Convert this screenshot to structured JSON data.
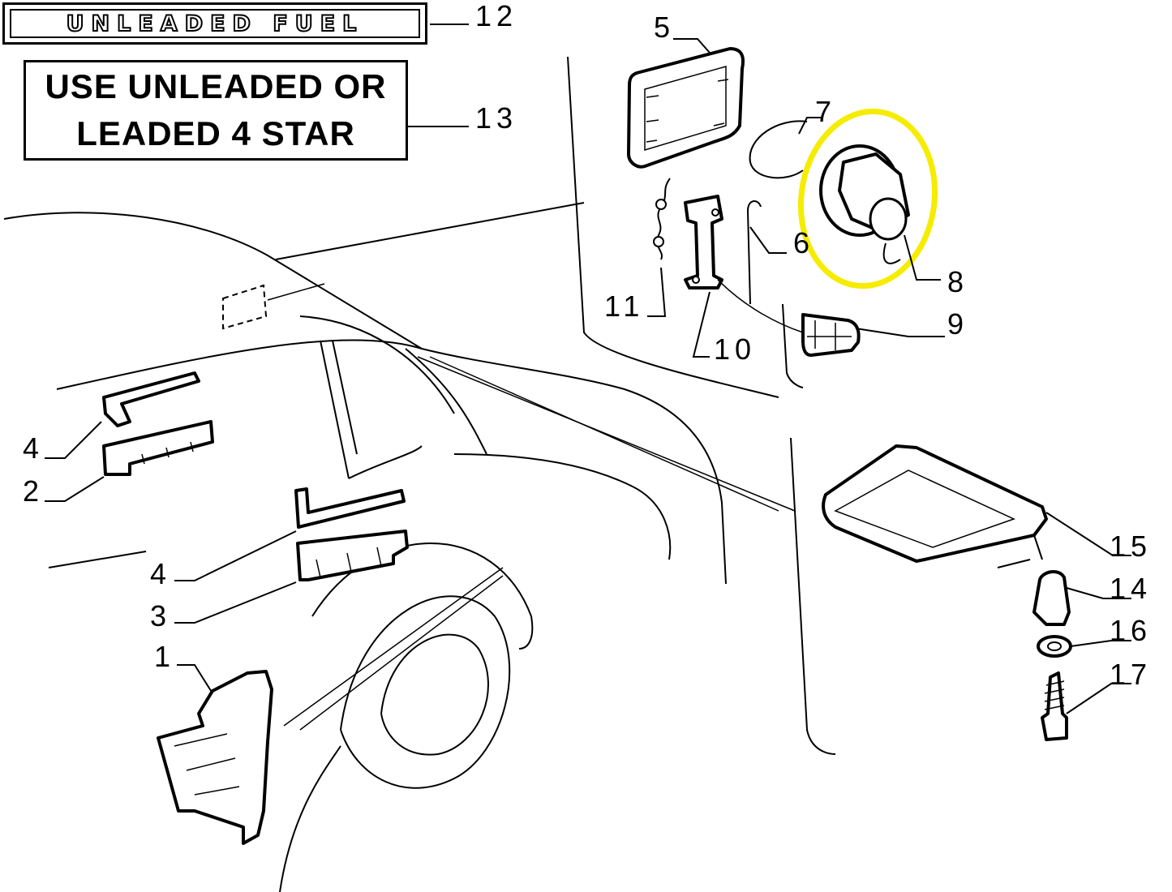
{
  "labels": {
    "unleaded_fuel": "UNLEADED FUEL",
    "use_line1": "USE UNLEADED OR",
    "use_line2": "LEADED 4 STAR"
  },
  "callouts": {
    "c1": "1",
    "c2": "2",
    "c3": "3",
    "c4a": "4",
    "c4b": "4",
    "c5": "5",
    "c6": "6",
    "c7": "7",
    "c8": "8",
    "c9": "9",
    "c10": "10",
    "c11": "11",
    "c12": "12",
    "c13": "13",
    "c14": "14",
    "c15": "15",
    "c16": "16",
    "c17": "17"
  },
  "colors": {
    "highlight": "#f5ec00",
    "line": "#000000",
    "background": "#ffffff"
  }
}
